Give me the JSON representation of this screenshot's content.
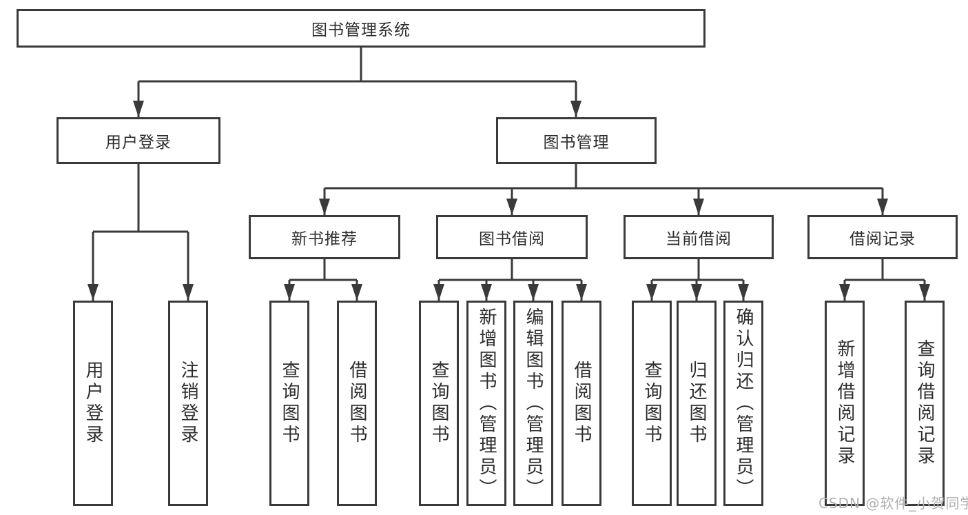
{
  "tree": {
    "root": {
      "label": "图书管理系统"
    },
    "level2": [
      {
        "label": "用户登录"
      },
      {
        "label": "图书管理"
      }
    ],
    "level3": [
      {
        "label": "新书推荐"
      },
      {
        "label": "图书借阅"
      },
      {
        "label": "当前借阅"
      },
      {
        "label": "借阅记录"
      }
    ],
    "leaves": [
      {
        "label": "用户登录"
      },
      {
        "label": "注销登录"
      },
      {
        "label": "查询图书"
      },
      {
        "label": "借阅图书"
      },
      {
        "label": "查询图书"
      },
      {
        "label": "新增图书（管理员）"
      },
      {
        "label": "编辑图书（管理员）"
      },
      {
        "label": "借阅图书"
      },
      {
        "label": "查询图书"
      },
      {
        "label": "归还图书"
      },
      {
        "label": "确认归还（管理员）"
      },
      {
        "label": "新增借阅记录"
      },
      {
        "label": "查询借阅记录"
      }
    ]
  },
  "watermark": "CSDN @软件_小贺同学",
  "colors": {
    "line": "#3a3a3a",
    "text": "#2d2d2d",
    "watermark": "#b0b0b0",
    "background": "#ffffff"
  }
}
